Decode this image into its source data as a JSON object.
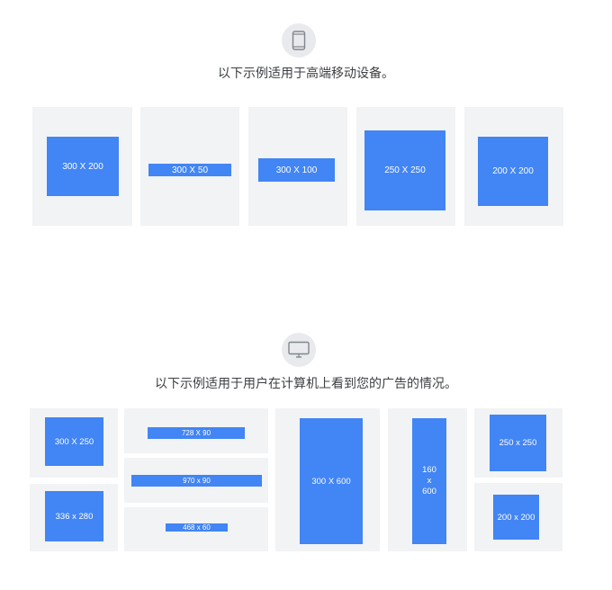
{
  "colors": {
    "ad_blue": "#4285f4",
    "card_gray": "#f1f3f4",
    "icon_bg": "#e8eaed",
    "text": "#3c4043"
  },
  "mobile": {
    "icon": "phone-icon",
    "caption": "以下示例适用于高端移动设备。",
    "ads": [
      {
        "label": "300 X 200"
      },
      {
        "label": "300 X 50"
      },
      {
        "label": "300 X 100"
      },
      {
        "label": "250 X 250"
      },
      {
        "label": "200 X 200"
      }
    ]
  },
  "desktop": {
    "icon": "monitor-icon",
    "caption": "以下示例适用于用户在计算机上看到您的广告的情况。",
    "ads": [
      {
        "label": "300 X 250"
      },
      {
        "label": "336 x 280"
      },
      {
        "label": "728 X 90"
      },
      {
        "label": "970 x 90"
      },
      {
        "label": "468 x 60"
      },
      {
        "label": "300 X 600"
      },
      {
        "label": "160 x 600"
      },
      {
        "label": "250 x 250"
      },
      {
        "label": "200 x 200"
      }
    ]
  }
}
